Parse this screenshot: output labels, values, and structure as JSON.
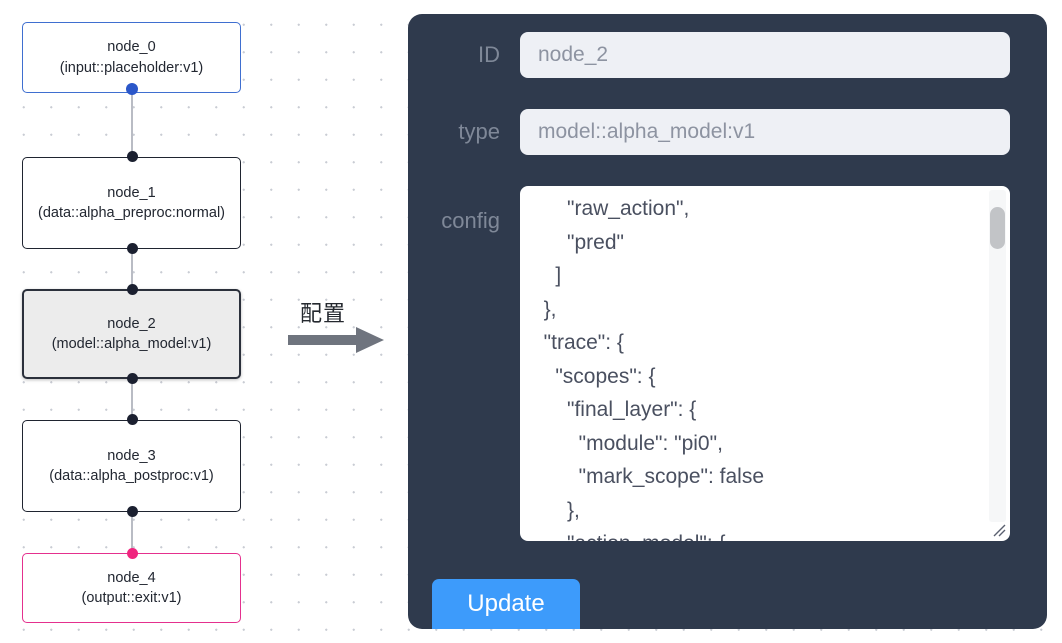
{
  "canvas": {
    "background_color": "#ffffff",
    "dot_color": "#c9ccd4"
  },
  "graph": {
    "nodes": [
      {
        "id": "node_0",
        "title": "node_0",
        "subtitle": "(input::placeholder:v1)",
        "kind": "input",
        "border_color": "#3f6fd0",
        "fill_color": "#ffffff",
        "selected": false
      },
      {
        "id": "node_1",
        "title": "node_1",
        "subtitle": "(data::alpha_preproc:normal)",
        "kind": "data",
        "border_color": "#1f2430",
        "fill_color": "#ffffff",
        "selected": false
      },
      {
        "id": "node_2",
        "title": "node_2",
        "subtitle": "(model::alpha_model:v1)",
        "kind": "model",
        "border_color": "#2b303b",
        "fill_color": "#ececec",
        "selected": true
      },
      {
        "id": "node_3",
        "title": "node_3",
        "subtitle": "(data::alpha_postproc:v1)",
        "kind": "data",
        "border_color": "#1f2430",
        "fill_color": "#ffffff",
        "selected": false
      },
      {
        "id": "node_4",
        "title": "node_4",
        "subtitle": "(output::exit:v1)",
        "kind": "output",
        "border_color": "#e4308e",
        "fill_color": "#ffffff",
        "selected": false
      }
    ],
    "edges": [
      {
        "from": "node_0",
        "to": "node_1"
      },
      {
        "from": "node_1",
        "to": "node_2"
      },
      {
        "from": "node_2",
        "to": "node_3"
      },
      {
        "from": "node_3",
        "to": "node_4"
      }
    ],
    "edge_color": "#b9bcc4",
    "port_color": "#1b2030",
    "port_color_input": "#2b57c9",
    "port_color_output": "#f0257f"
  },
  "annotation": {
    "label": "配置",
    "arrow_icon": "right-arrow-icon",
    "arrow_color": "#6f747e"
  },
  "panel": {
    "background_color": "#2f3a4d",
    "fields": [
      {
        "label": "ID",
        "value": "node_2",
        "placeholder": "node_2"
      },
      {
        "label": "type",
        "value": "model::alpha_model:v1",
        "placeholder": "model::alpha_model:v1"
      },
      {
        "label": "config",
        "value": "      \"raw_action\",\n      \"pred\"\n    ]\n  },\n  \"trace\": {\n    \"scopes\": {\n      \"final_layer\": {\n        \"module\": \"pi0\",\n        \"mark_scope\": false\n      },\n      \"action_model\": {",
        "placeholder": ""
      }
    ],
    "scrollbar": {
      "thumb_color": "#c2c4c7",
      "track_color": "#f6f7f8"
    },
    "resize_handle_icon": "resize-grip-icon",
    "update_button": {
      "label": "Update",
      "background_color": "#3d9bfb",
      "text_color": "#ffffff"
    }
  }
}
